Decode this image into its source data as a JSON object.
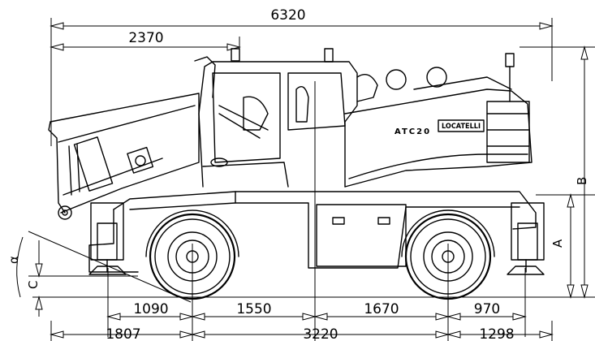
{
  "dimensions": {
    "overall_length": "6320",
    "boom_overhang": "2370",
    "front_to_axle": "1807",
    "wheelbase": "3220",
    "rear_axle_to_outrigger": "1298",
    "front_outrigger_to_axle": "1090",
    "front_axle_to_mid": "1550",
    "mid_to_rear_axle": "1670",
    "rear_axle_to_rear_outrigger": "970"
  },
  "labels": {
    "height_a": "A",
    "height_b": "B",
    "clearance_c": "C",
    "angle_alpha": "α"
  },
  "branding": {
    "model": "ATC20",
    "maker": "LOCATELLI"
  }
}
